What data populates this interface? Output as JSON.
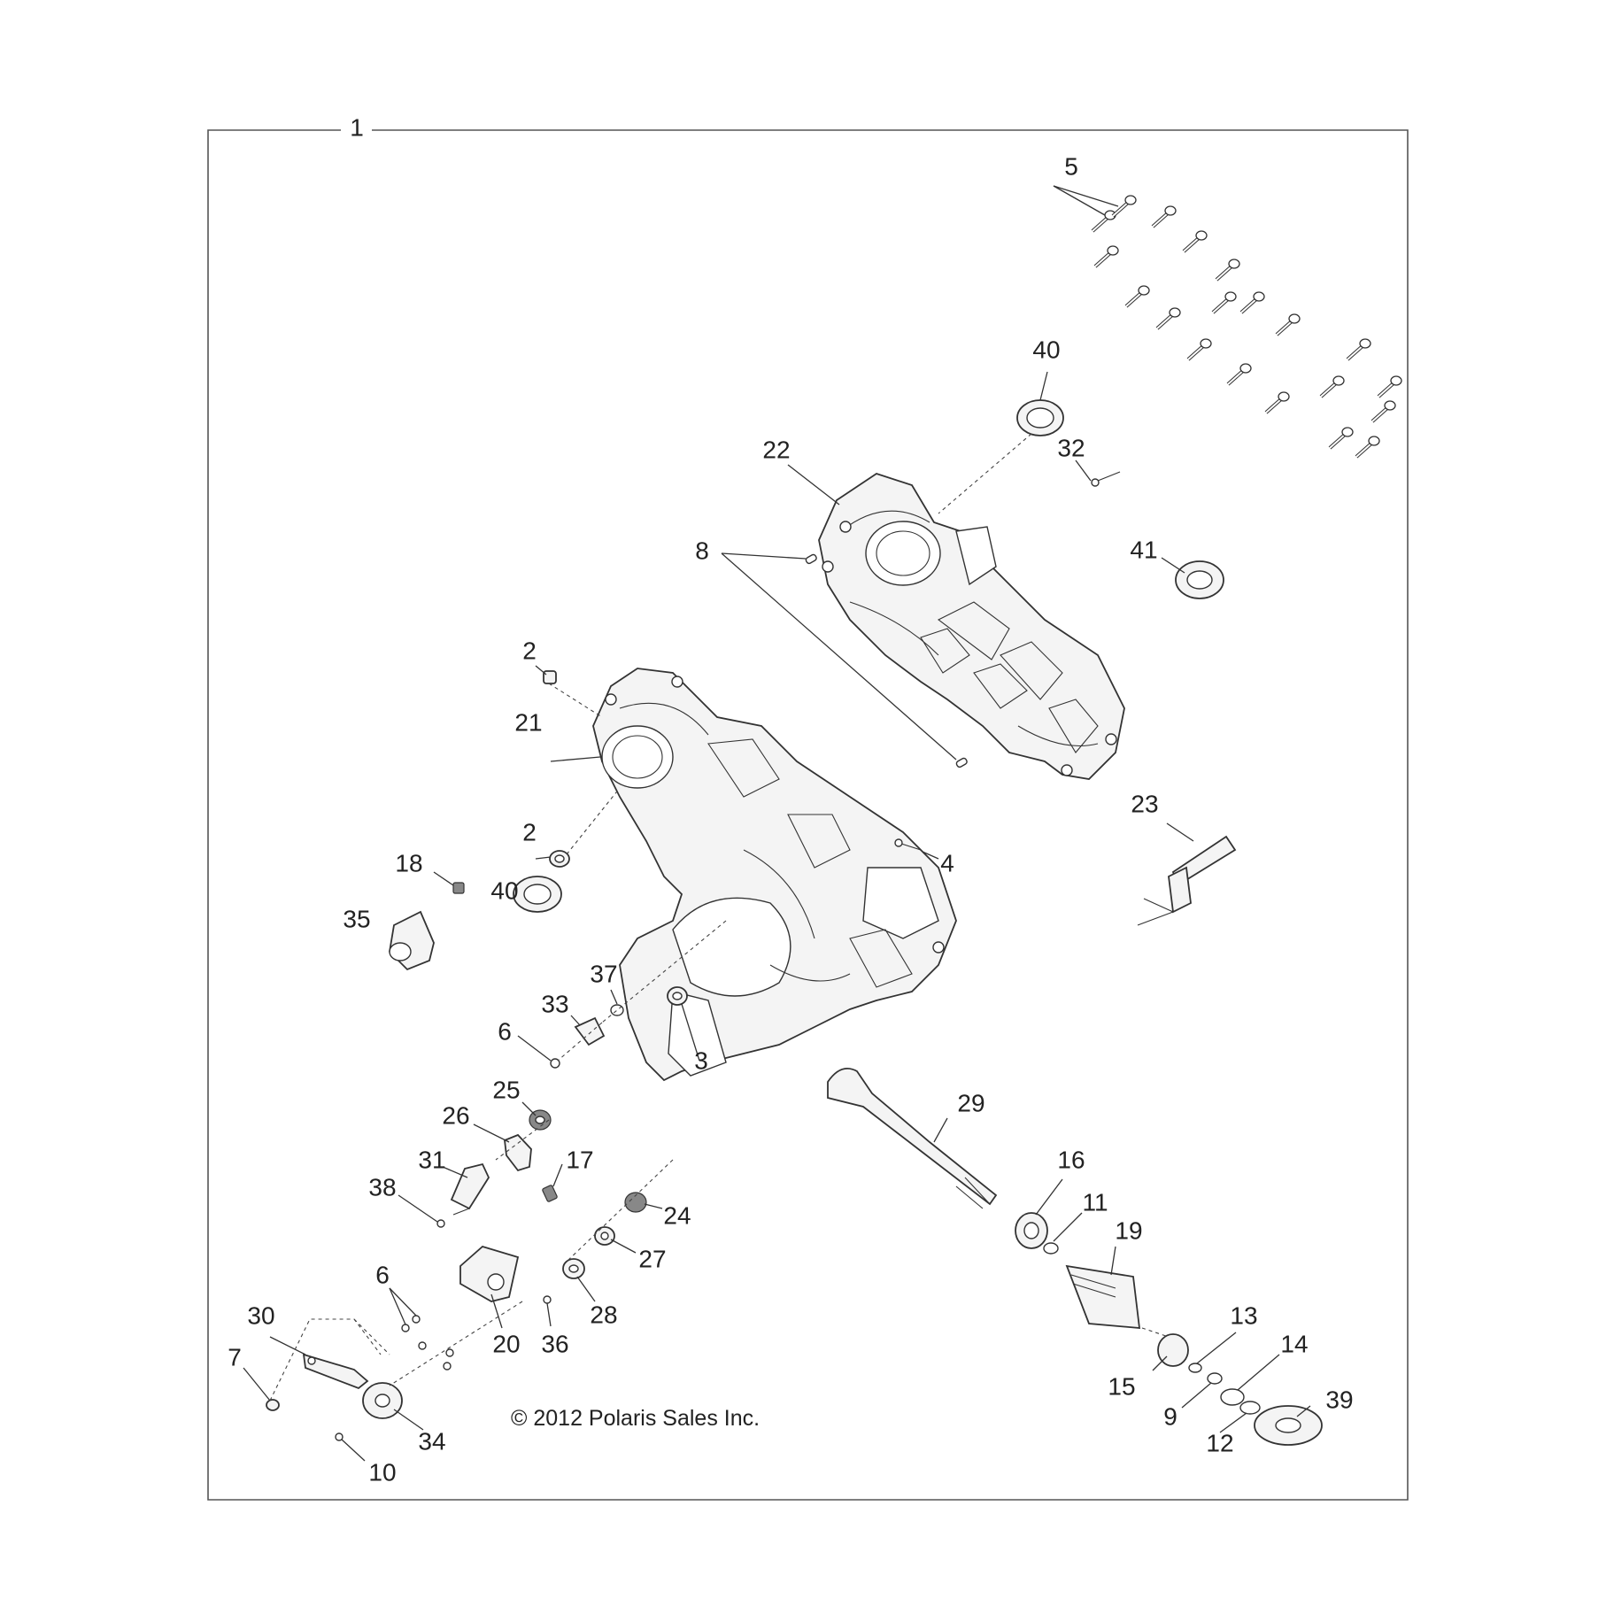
{
  "copyright": "© 2012 Polaris Sales Inc.",
  "callouts": [
    {
      "id": "1",
      "label": "1"
    },
    {
      "id": "2a",
      "label": "2"
    },
    {
      "id": "2b",
      "label": "2"
    },
    {
      "id": "3",
      "label": "3"
    },
    {
      "id": "4",
      "label": "4"
    },
    {
      "id": "5",
      "label": "5"
    },
    {
      "id": "6a",
      "label": "6"
    },
    {
      "id": "6b",
      "label": "6"
    },
    {
      "id": "7",
      "label": "7"
    },
    {
      "id": "8",
      "label": "8"
    },
    {
      "id": "9",
      "label": "9"
    },
    {
      "id": "10",
      "label": "10"
    },
    {
      "id": "11",
      "label": "11"
    },
    {
      "id": "12",
      "label": "12"
    },
    {
      "id": "13",
      "label": "13"
    },
    {
      "id": "14",
      "label": "14"
    },
    {
      "id": "15",
      "label": "15"
    },
    {
      "id": "16",
      "label": "16"
    },
    {
      "id": "17",
      "label": "17"
    },
    {
      "id": "18",
      "label": "18"
    },
    {
      "id": "19",
      "label": "19"
    },
    {
      "id": "20",
      "label": "20"
    },
    {
      "id": "21",
      "label": "21"
    },
    {
      "id": "22",
      "label": "22"
    },
    {
      "id": "23",
      "label": "23"
    },
    {
      "id": "24",
      "label": "24"
    },
    {
      "id": "25",
      "label": "25"
    },
    {
      "id": "26",
      "label": "26"
    },
    {
      "id": "27",
      "label": "27"
    },
    {
      "id": "28",
      "label": "28"
    },
    {
      "id": "29",
      "label": "29"
    },
    {
      "id": "30",
      "label": "30"
    },
    {
      "id": "31",
      "label": "31"
    },
    {
      "id": "32",
      "label": "32"
    },
    {
      "id": "33",
      "label": "33"
    },
    {
      "id": "34",
      "label": "34"
    },
    {
      "id": "35",
      "label": "35"
    },
    {
      "id": "36",
      "label": "36"
    },
    {
      "id": "37",
      "label": "37"
    },
    {
      "id": "38",
      "label": "38"
    },
    {
      "id": "39",
      "label": "39"
    },
    {
      "id": "40a",
      "label": "40"
    },
    {
      "id": "40b",
      "label": "40"
    },
    {
      "id": "41",
      "label": "41"
    }
  ]
}
